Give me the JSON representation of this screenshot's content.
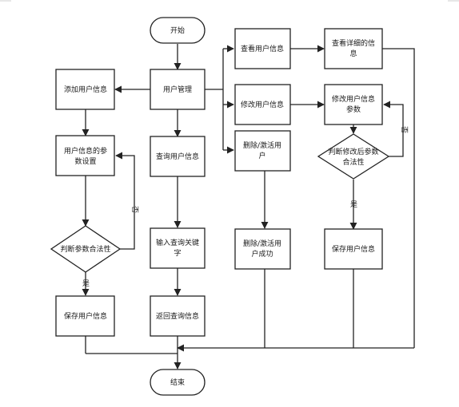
{
  "flowchart": {
    "start": "开始",
    "end": "结束",
    "user_mgmt": "用户管理",
    "add_user": "添加用户信息",
    "param_setup": [
      "用户信息的参",
      "数设置"
    ],
    "check_params": "判断参数合法性",
    "save_left": "保存用户信息",
    "query_user": "查询用户信息",
    "input_keyword": [
      "输入查询关键",
      "字"
    ],
    "return_query": "返回查询信息",
    "view_user": "查看用户信息",
    "view_detail": [
      "查看详细的信",
      "息"
    ],
    "modify_user": "修改用户信息",
    "modify_params": [
      "修改用户信息",
      "参数"
    ],
    "check_modified": [
      "判断修改后参数",
      "合法性"
    ],
    "save_right": "保存用户信息",
    "delete_activate": [
      "删除/激活用",
      "户"
    ],
    "delete_success": [
      "删除/激活用",
      "户成功"
    ],
    "yes": "是",
    "no": "否"
  }
}
